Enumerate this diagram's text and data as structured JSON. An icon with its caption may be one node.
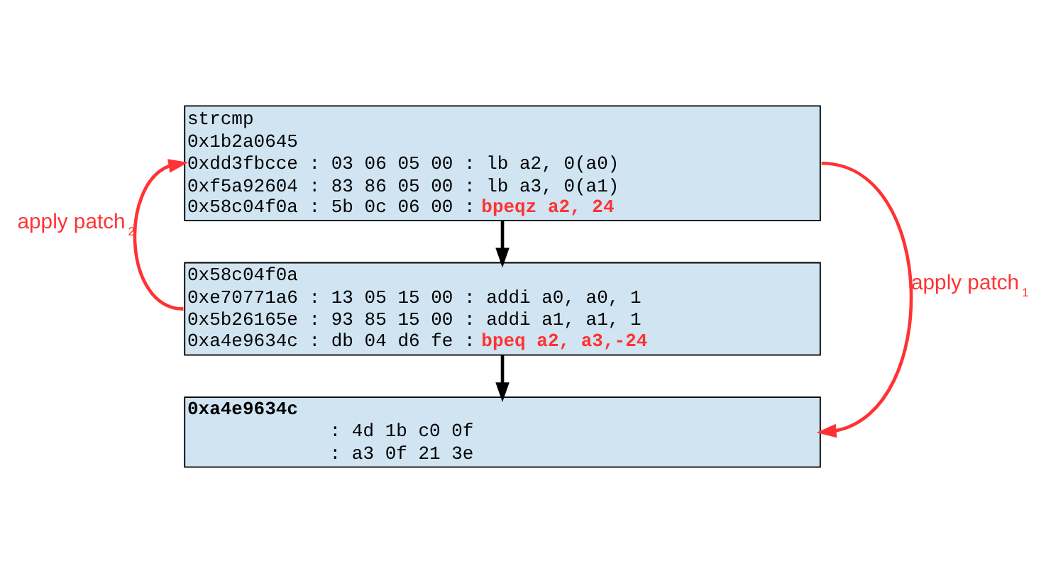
{
  "diagram": {
    "nodes": [
      {
        "text": [
          "strcmp",
          "0x1b2a0645",
          "0xdd3fbcce : 03 06 05 00 : lb a2, 0(a0)",
          "0xf5a92604 : 83 86 05 00 : lb a3, 0(a1)",
          "0x58c04f0a : 5b 0c 06 00 : **bpeqz a2, 24**"
        ]
      },
      {
        "text": [
          "0x58c04f0a",
          "0xe70771a6 : 13 05 15 00 : addi a0, a0, 1",
          "0x5b26165e : 93 85 15 00 : addi a1, a1, 1",
          "0xa4e9634c : db 04 d6 fe : **bpeq a2, a3,-24**"
        ]
      },
      {
        "text": [
          "0xa4e9634c",
          ": 4d 1b c0 0f",
          ": a3 0f 21 3e"
        ]
      }
    ],
    "edges": [
      {
        "from": 0,
        "to": 1,
        "arrow": "to"
      },
      {
        "from": 1,
        "to": 2,
        "arrow": "to"
      },
      {
        "from": 0,
        "to": 2,
        "arrow": "to",
        "label": "apply patch$_{1}$",
        "color": "#ff3333"
      },
      {
        "from": 1,
        "to": 0,
        "arrow": "to",
        "label": "apply patch$_{2}$",
        "color": "#ff3333"
      }
    ]
  }
}
